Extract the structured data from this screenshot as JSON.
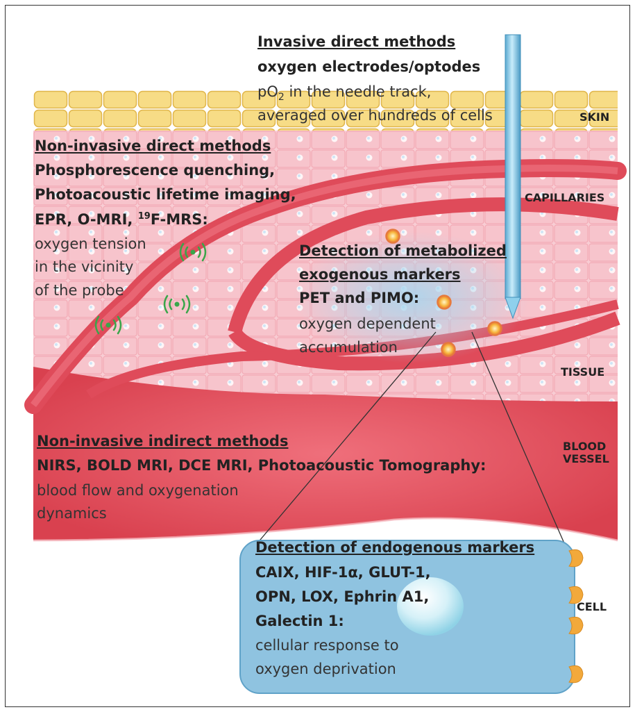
{
  "invasive": {
    "heading": "Invasive direct methods",
    "methods": "oxygen electrodes/optodes",
    "desc_line1_pre": "pO",
    "desc_line1_sub": "2",
    "desc_line1_post": " in the needle track,",
    "desc_line2": "averaged over hundreds of cells"
  },
  "noninvasive_direct": {
    "heading": "Non-invasive direct methods",
    "line1": "Phosphorescence quenching,",
    "line2": "Photoacoustic lifetime imaging,",
    "line3_pre": "EPR, O-MRI, ",
    "line3_sup": "19",
    "line3_post": "F-MRS:",
    "desc1": "oxygen tension",
    "desc2": "in the vicinity",
    "desc3": "of the probe"
  },
  "metabolized": {
    "heading1": "Detection of metabolized",
    "heading2": "exogenous markers",
    "methods": "PET and PIMO:",
    "desc1": "oxygen dependent",
    "desc2": "accumulation"
  },
  "noninvasive_indirect": {
    "heading": "Non-invasive indirect methods",
    "methods": "NIRS, BOLD MRI, DCE MRI, Photoacoustic Tomography:",
    "desc1": "blood flow and oxygenation",
    "desc2": "dynamics"
  },
  "endogenous": {
    "heading": "Detection of endogenous markers",
    "line1": "CAIX, HIF-1α, GLUT-1,",
    "line2": "OPN, LOX, Ephrin A1,",
    "line3": "Galectin 1:",
    "desc1": "cellular response to",
    "desc2": "oxygen deprivation"
  },
  "labels": {
    "skin": "SKIN",
    "capillaries": "CAPILLARIES",
    "tissue": "TISSUE",
    "blood_vessel_1": "BLOOD",
    "blood_vessel_2": "VESSEL",
    "cell": "CELL"
  },
  "colors": {
    "skin": "#f5d77e",
    "tissue": "#f6c7cf",
    "vessel": "#e2505f",
    "cell_box": "#8fc3e0",
    "needle": "#7cc2e2",
    "signal": "#3aa64a",
    "receptor": "#f2a93b"
  }
}
